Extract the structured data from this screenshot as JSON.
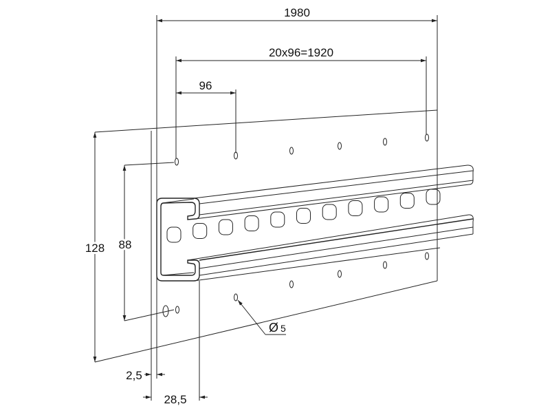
{
  "drawing": {
    "dimensions": {
      "overall_length": "1980",
      "hole_span": "20x96=1920",
      "hole_pitch": "96",
      "plate_height": "128",
      "hole_row_spacing": "88",
      "plate_thickness": "2,5",
      "rail_offset": "28,5",
      "hole_diameter_symbol": "Ø",
      "hole_diameter": "5"
    },
    "rail_slot_count": 11,
    "colors": {
      "line": "#222222",
      "background": "#ffffff"
    }
  }
}
